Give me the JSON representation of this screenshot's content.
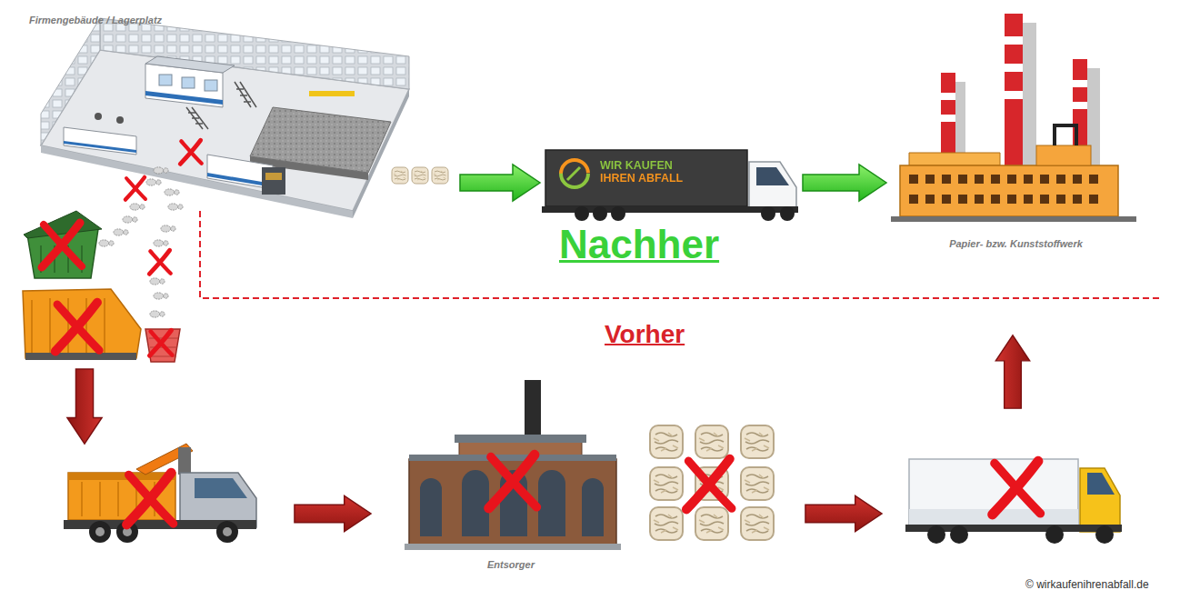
{
  "diagram": {
    "nodes": [
      {
        "text": [
          "Firmengebäude / Lagerplatz"
        ]
      },
      {
        "text": [
          "WIR KAUFEN IHREN ABFALL"
        ]
      },
      {
        "text": [
          "Papier- bzw. Kunststoffwerk"
        ]
      },
      {
        "text": [
          "Entsorger"
        ]
      }
    ],
    "edges": [
      {
        "from": 0,
        "to": 1,
        "arrow": "to"
      },
      {
        "from": 1,
        "to": 2,
        "arrow": "to"
      }
    ],
    "labels": [
      "Nachher",
      "Vorher",
      "© wirkaufenihrenabfall.de"
    ]
  }
}
